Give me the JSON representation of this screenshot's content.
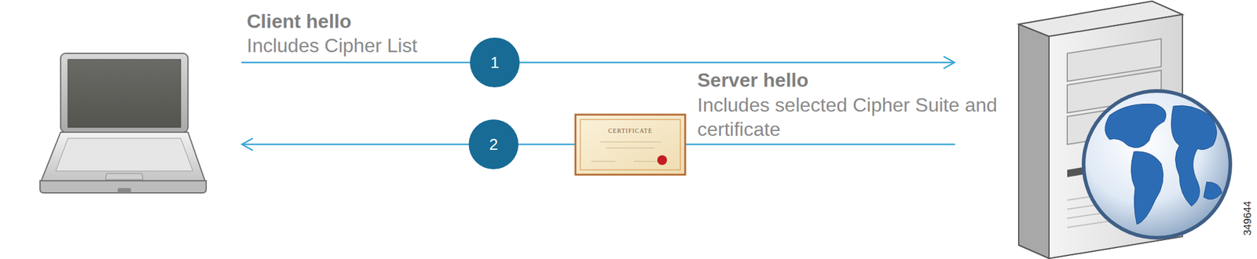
{
  "diagram": {
    "nodes": [
      {
        "text": [
          "1"
        ]
      },
      {
        "text": [
          "2"
        ]
      }
    ],
    "labels": [
      "Client hello",
      "Includes Cipher List",
      "Server hello",
      "Includes selected Cipher Suite and certificate",
      "CERTIFICATE",
      "349644"
    ]
  }
}
